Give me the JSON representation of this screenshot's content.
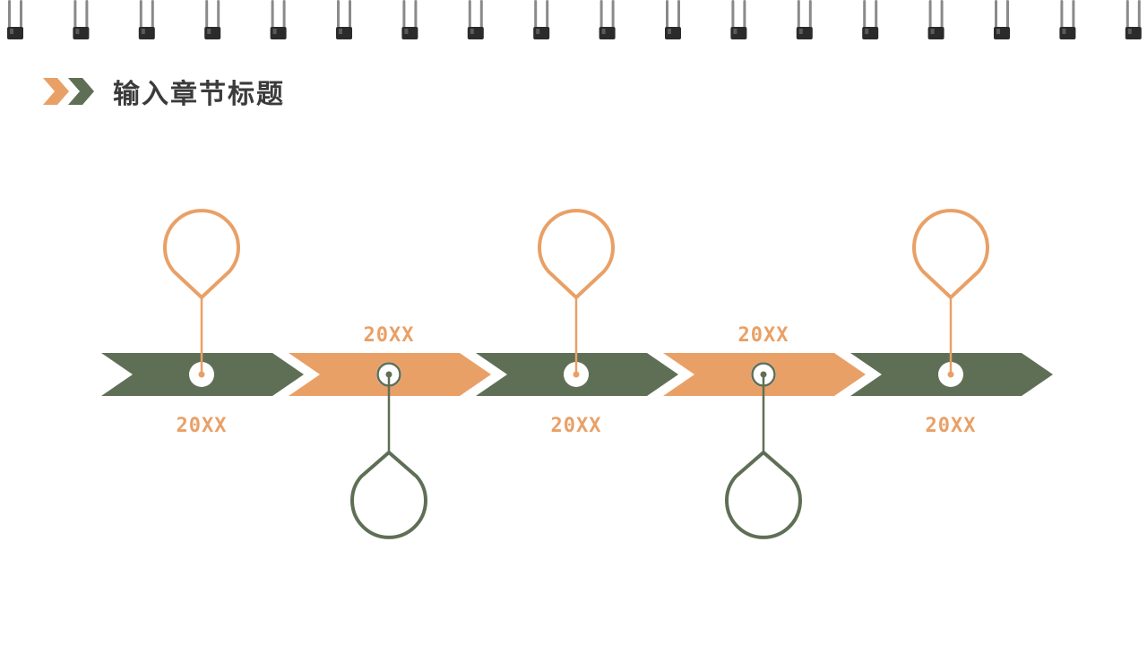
{
  "header": {
    "title": "输入章节标题"
  },
  "timeline": {
    "steps": [
      {
        "year": "20XX",
        "arrow_color": "#5f6f55",
        "marker": "pin-up",
        "marker_color": "#e9a066",
        "label_side": "below"
      },
      {
        "year": "20XX",
        "arrow_color": "#e9a066",
        "marker": "drop-down",
        "marker_color": "#5f6f55",
        "label_side": "above"
      },
      {
        "year": "20XX",
        "arrow_color": "#5f6f55",
        "marker": "pin-up",
        "marker_color": "#e9a066",
        "label_side": "below"
      },
      {
        "year": "20XX",
        "arrow_color": "#e9a066",
        "marker": "drop-down",
        "marker_color": "#5f6f55",
        "label_side": "above"
      },
      {
        "year": "20XX",
        "arrow_color": "#5f6f55",
        "marker": "pin-up",
        "marker_color": "#e9a066",
        "label_side": "below"
      }
    ]
  },
  "colors": {
    "green": "#5f6f55",
    "orange": "#e9a066",
    "title": "#3b3b3b"
  },
  "icons": {
    "binding": "spiral-binding-icon",
    "header": "double-chevron-icon"
  }
}
